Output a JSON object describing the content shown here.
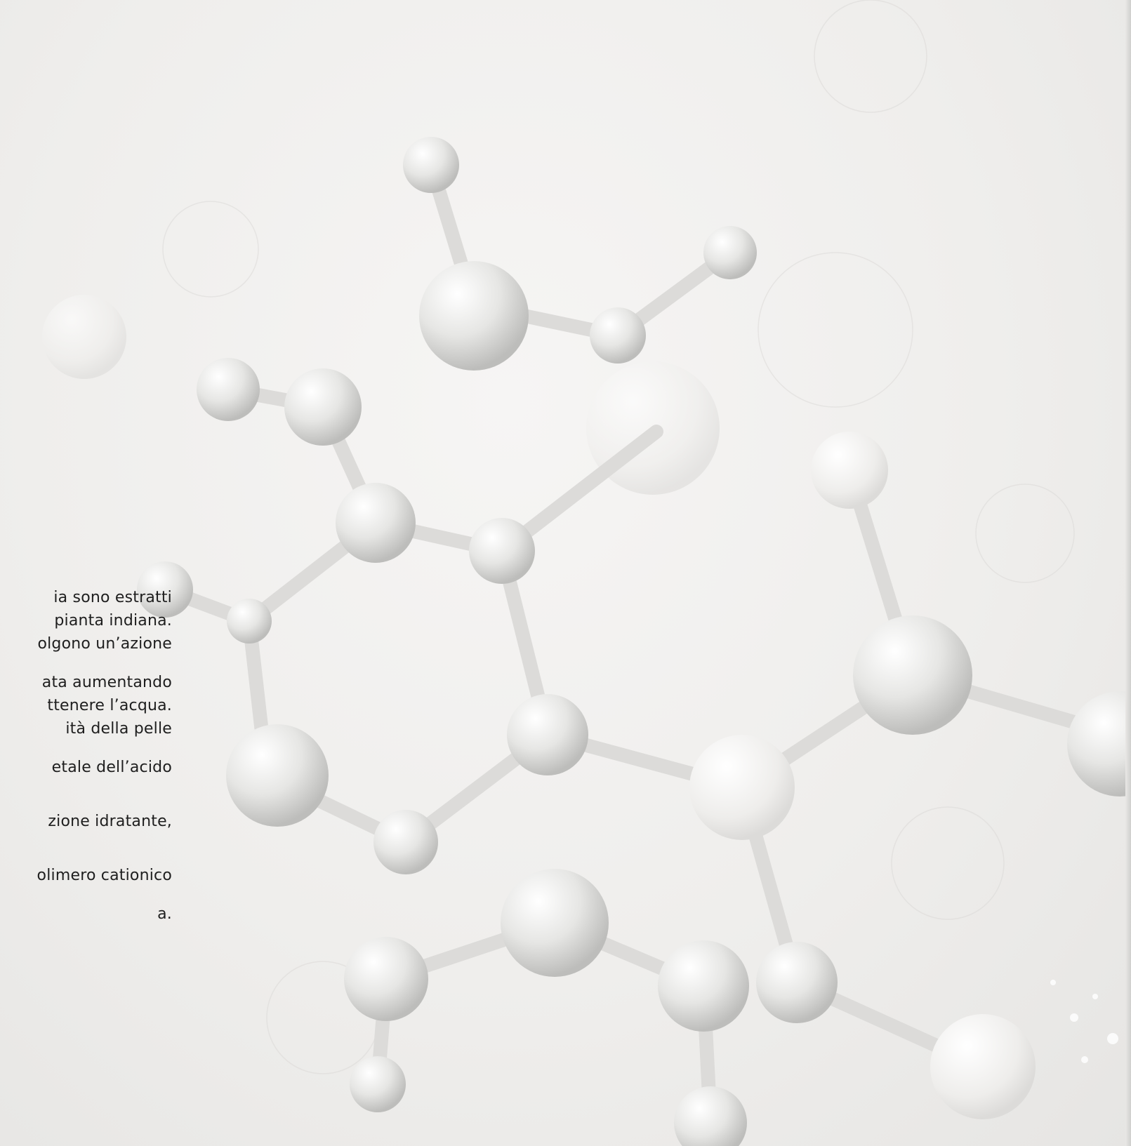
{
  "text_lines": [
    "ia sono estratti",
    "pianta indiana.",
    "olgono un’azione",
    "ata aumentando",
    "ttenere l’acqua.",
    "ità della pelle",
    "etale dell’acido",
    "zione idratante,",
    "olimero cationico",
    "a."
  ],
  "colors": {
    "background": "#efeeec",
    "text": "#1e1e1e",
    "sphere": "#e4e4e2"
  }
}
